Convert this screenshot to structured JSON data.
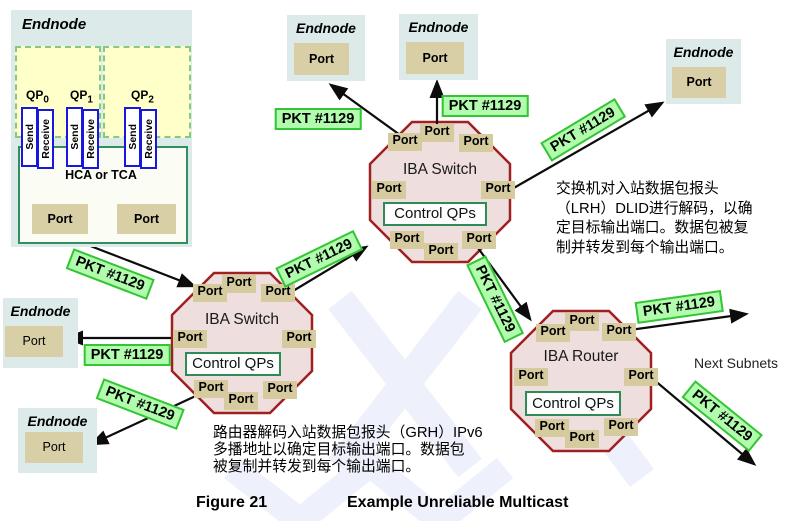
{
  "labels": {
    "endnode": "Endnode",
    "port": "Port",
    "iba_switch": "IBA Switch",
    "iba_router": "IBA Router",
    "control_qps": "Control QPs",
    "pkt": "PKT #1129",
    "hca_or_tca": "HCA or TCA",
    "send": "Send",
    "receive": "Receive",
    "qp_prefix": "QP",
    "qp_subscripts": [
      "0",
      "1",
      "2"
    ],
    "next_subnets": "Next Subnets"
  },
  "notes": {
    "switch_note": [
      "交换机对入站数据包报头",
      "（LRH）DLID进行解码，以确",
      "定目标输出端口。数据包被复",
      "制并转发到每个输出端口。"
    ],
    "router_note": [
      "路由器解码入站数据包报头（GRH）IPv6",
      "多播地址以确定目标输出端口。数据包",
      "被复制并转发到每个输出端口。"
    ]
  },
  "caption": {
    "figure_label": "Figure 21",
    "figure_title": "Example Unreliable Multicast"
  },
  "colors": {
    "endnode_bg": "#dceaea",
    "octagon_fill": "#efdede",
    "octagon_border": "#a02020",
    "port_bg": "#d5cb9f",
    "pkt_bg": "#b2fcae",
    "pkt_border": "#35c435",
    "qp_area_bg": "#ffffc9",
    "qp_area_border": "#86c986",
    "send_receive_border": "#1717dd",
    "control_qps_border": "#2e8b57",
    "watermark": "#eef1fb"
  }
}
